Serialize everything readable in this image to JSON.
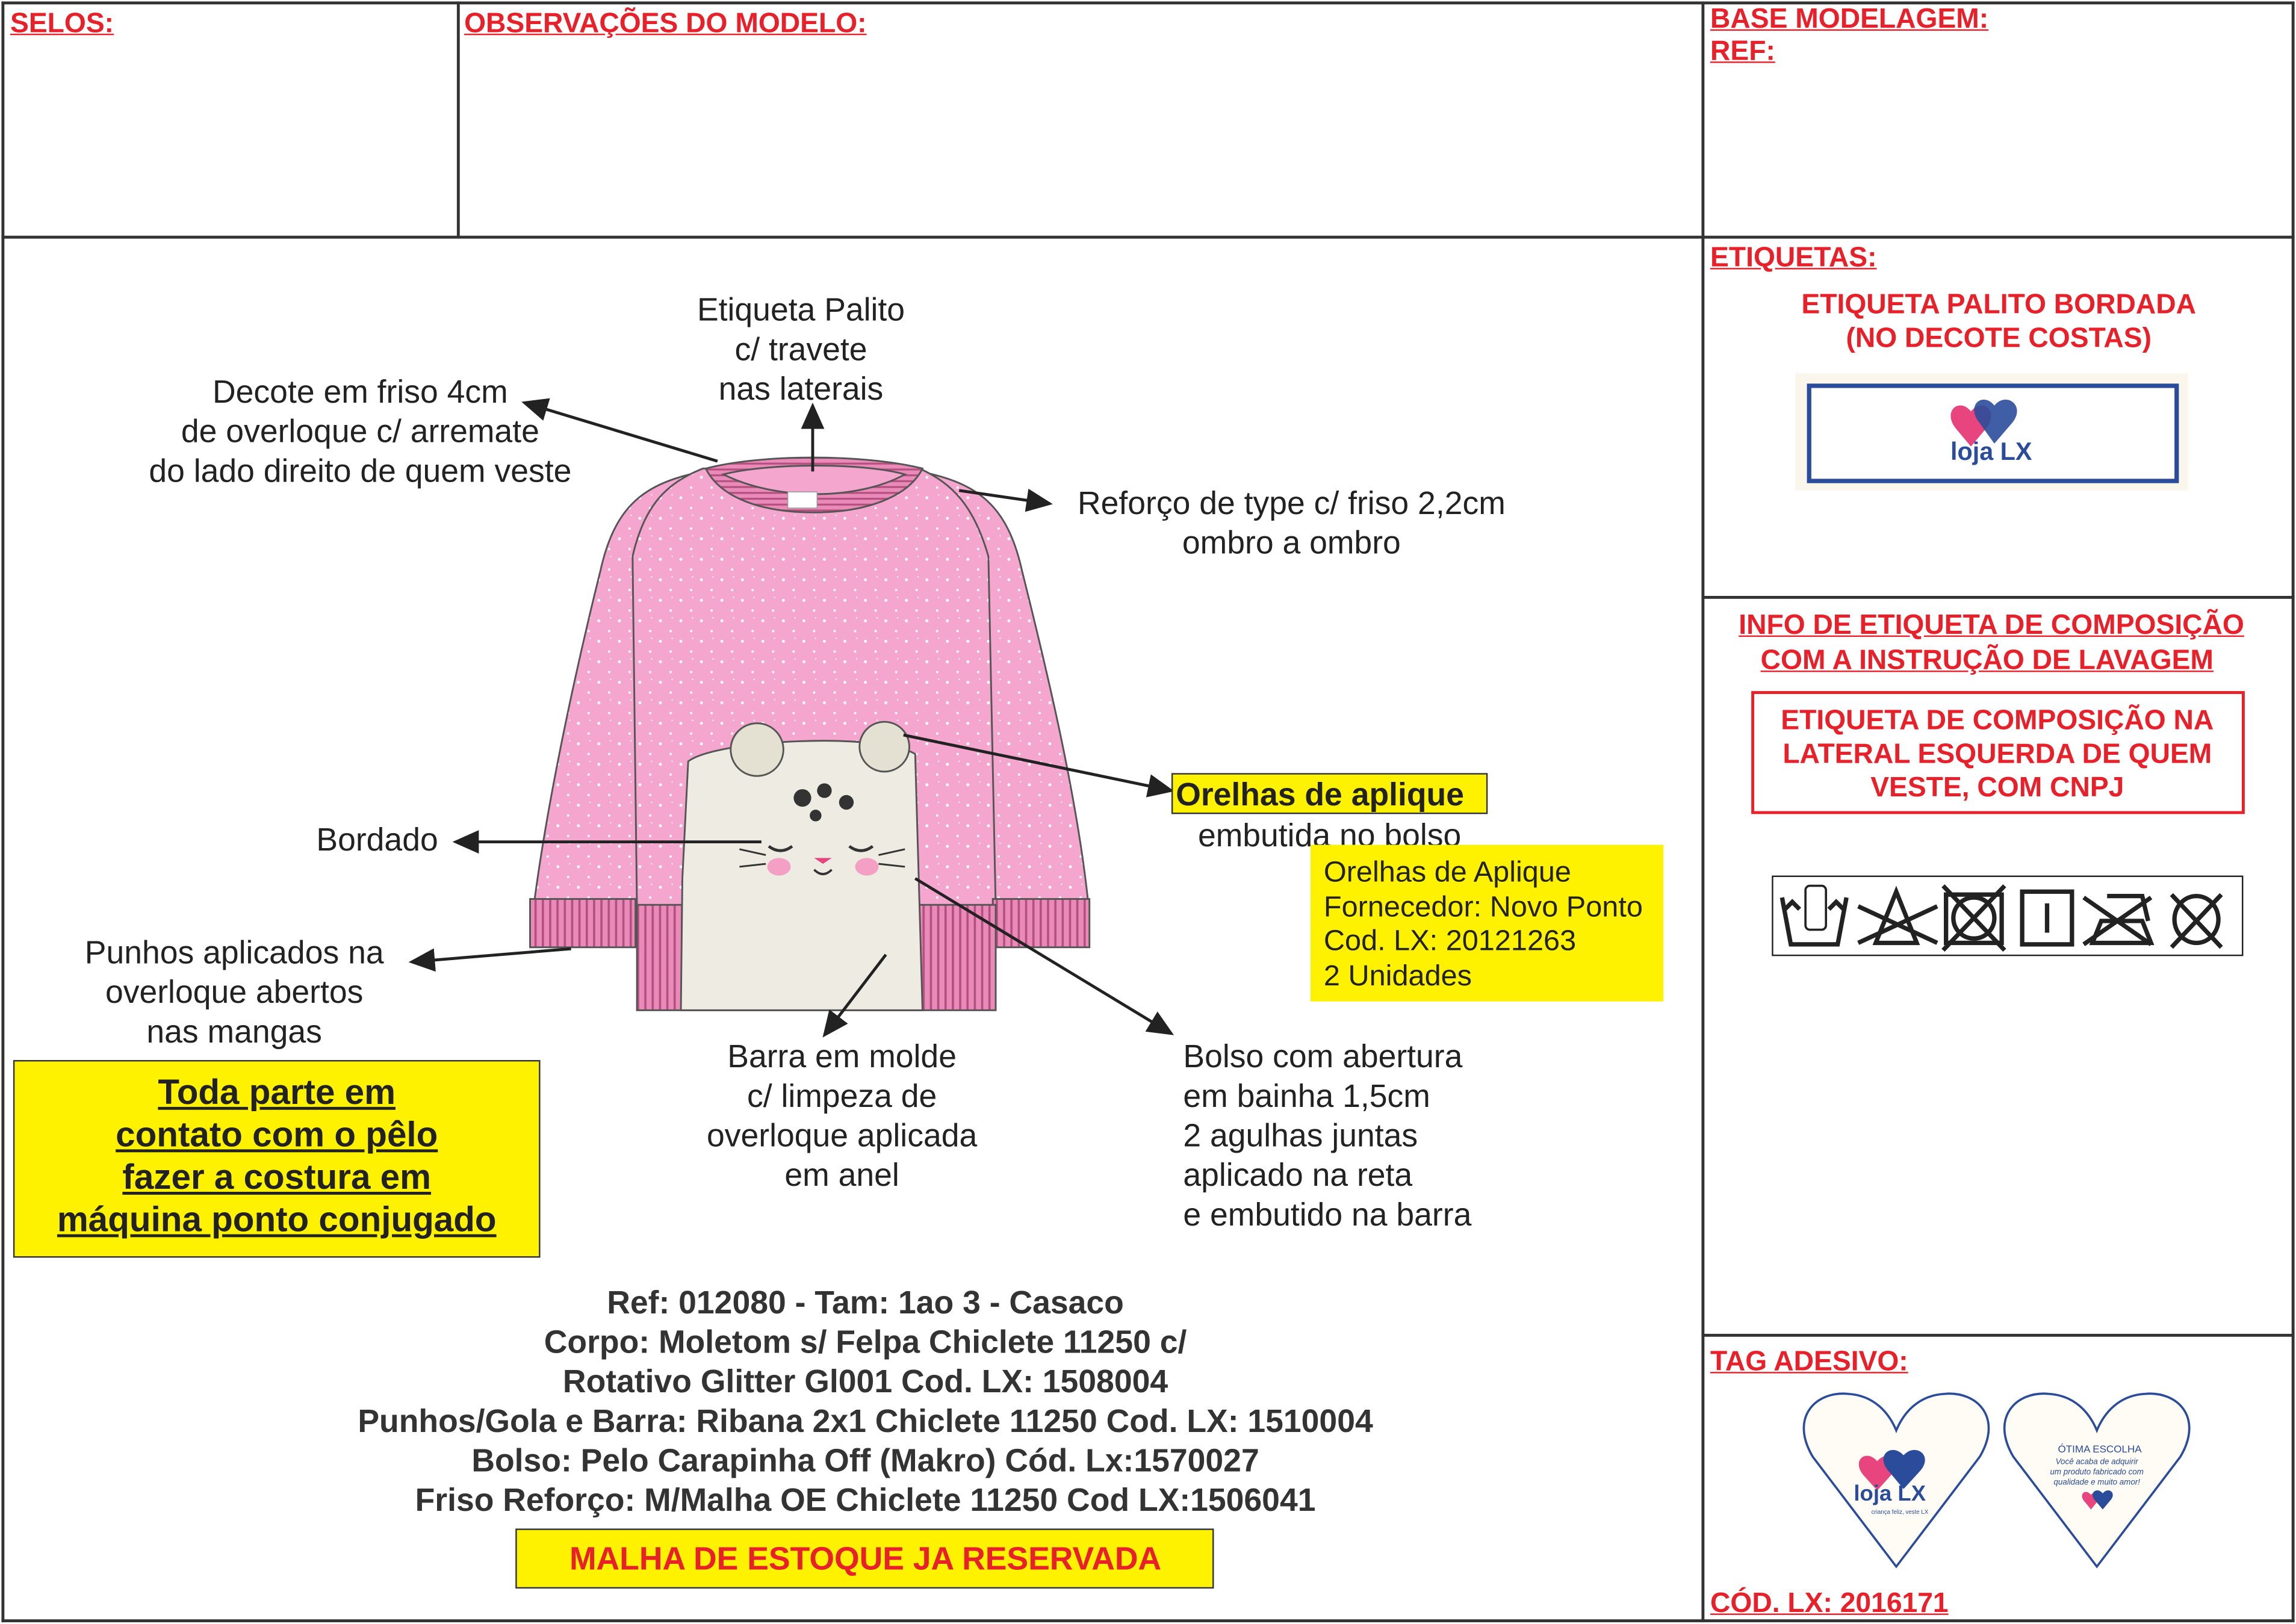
{
  "header": {
    "selos": "SELOS:",
    "observacoes": "OBSERVAÇÕES DO MODELO:",
    "base_modelagem": "BASE MODELAGEM:",
    "ref": "REF:"
  },
  "etiquetas": {
    "title": "ETIQUETAS:",
    "lines": [
      "ETIQUETA PALITO BORDADA",
      "(NO DECOTE COSTAS)"
    ],
    "logo_text": "loja LX"
  },
  "composicao": {
    "title_lines": [
      "INFO DE ETIQUETA DE COMPOSIÇÃO",
      "COM A INSTRUÇÃO DE LAVAGEM"
    ],
    "box_lines": [
      "ETIQUETA DE COMPOSIÇÃO NA",
      "LATERAL ESQUERDA DE QUEM",
      "VESTE, COM CNPJ"
    ],
    "care_symbols": [
      "hand-wash",
      "do-not-bleach",
      "do-not-tumble-dry",
      "line-dry",
      "do-not-iron",
      "do-not-dry-clean"
    ]
  },
  "tag": {
    "title": "TAG ADESIVO:",
    "front_logo": "loja LX",
    "front_slogan": "criança feliz, veste LX",
    "back_title": "ÓTIMA ESCOLHA",
    "back_lines": [
      "Você acaba de adquirir",
      "um produto fabricado com",
      "qualidade e muito amor!"
    ],
    "code": "CÓD. LX: 2016171"
  },
  "annotations": {
    "etiqueta_palito": [
      "Etiqueta Palito",
      "c/ travete",
      "nas laterais"
    ],
    "decote": [
      "Decote em friso 4cm",
      "de overloque c/ arremate",
      "do lado direito de quem veste"
    ],
    "reforco": [
      "Reforço de type c/ friso 2,2cm",
      "ombro a ombro"
    ],
    "orelhas_title": "Orelhas de aplique",
    "orelhas_sub": "embutida no bolso",
    "orelhas_info": [
      "Orelhas de Aplique",
      "Fornecedor: Novo Ponto",
      "Cod. LX: 20121263",
      "2 Unidades"
    ],
    "bordado": "Bordado",
    "punhos": [
      "Punhos aplicados na",
      "overloque abertos",
      "nas mangas"
    ],
    "costura_note": [
      "Toda parte em",
      "contato com o pêlo",
      "fazer a costura em",
      "máquina ponto conjugado"
    ],
    "barra": [
      "Barra em molde",
      "c/ limpeza de",
      "overloque aplicada",
      "em anel"
    ],
    "bolso": [
      "Bolso com abertura",
      "em bainha 1,5cm",
      "2 agulhas juntas",
      "aplicado na reta",
      "e embutido na barra"
    ]
  },
  "spec": {
    "lines": [
      "Ref: 012080 - Tam: 1ao 3 - Casaco",
      "Corpo: Moletom s/ Felpa Chiclete 11250 c/",
      "Rotativo Glitter Gl001 Cod. LX: 1508004",
      "Punhos/Gola e Barra: Ribana 2x1 Chiclete 11250 Cod. LX: 1510004",
      "Bolso: Pelo Carapinha Off (Makro) Cód. Lx:1570027",
      "Friso Reforço: M/Malha OE Chiclete 11250 Cod LX:1506041"
    ],
    "stock_note": "MALHA DE ESTOQUE JA RESERVADA"
  },
  "colors": {
    "red": "#e8202a",
    "yellow": "#fff200",
    "pink": "#f4a6cf",
    "blue": "#2b4c9b"
  }
}
